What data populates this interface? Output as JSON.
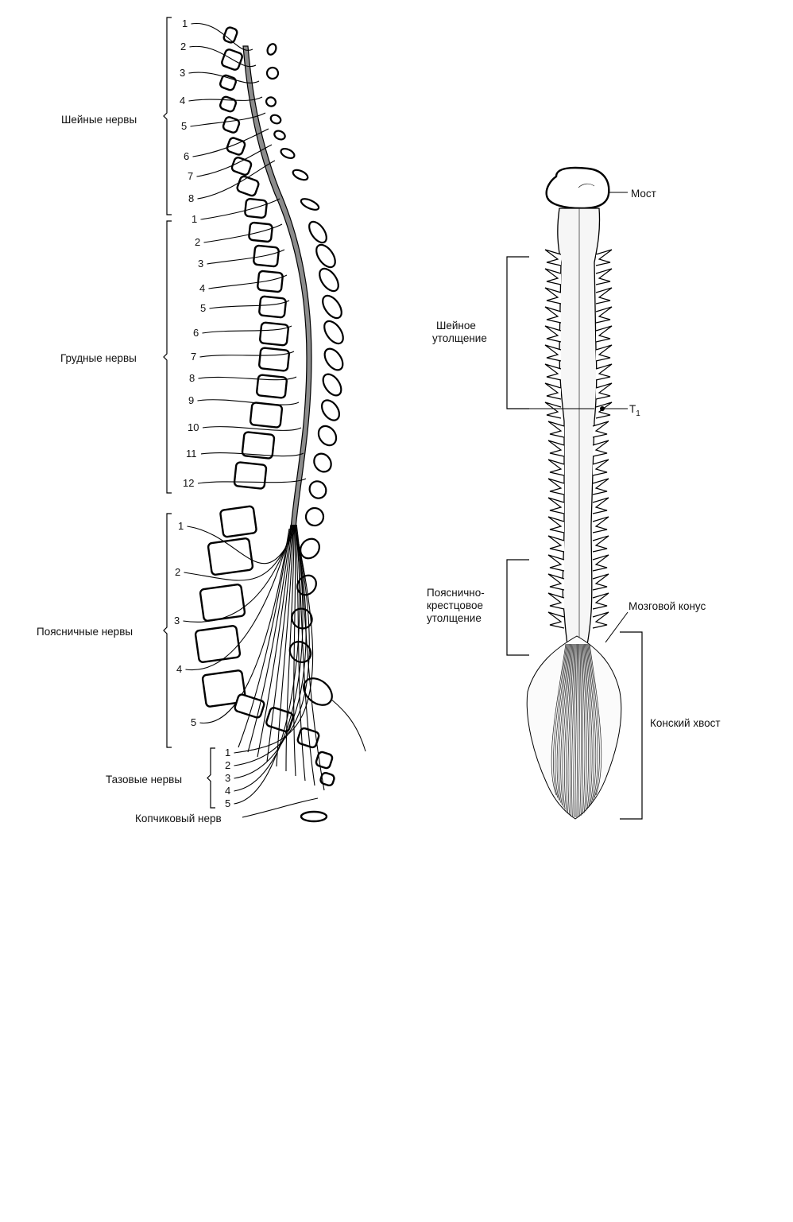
{
  "left_figure": {
    "groups": [
      {
        "name": "Шейные нервы",
        "numbers": [
          "1",
          "2",
          "3",
          "4",
          "5",
          "6",
          "7",
          "8"
        ]
      },
      {
        "name": "Грудные нервы",
        "numbers": [
          "1",
          "2",
          "3",
          "4",
          "5",
          "6",
          "7",
          "8",
          "9",
          "10",
          "11",
          "12"
        ]
      },
      {
        "name": "Поясничные нервы",
        "numbers": [
          "1",
          "2",
          "3",
          "4",
          "5"
        ]
      },
      {
        "name": "Тазовые нервы",
        "numbers": [
          "1",
          "2",
          "3",
          "4",
          "5"
        ]
      }
    ],
    "coccygeal": "Копчиковый нерв"
  },
  "right_figure": {
    "labels": {
      "pons": "Мост",
      "cervical_1": "Шейное",
      "cervical_2": "утолщение",
      "t1_letter": "T",
      "t1_sub": "1",
      "lumbo_1": "Пояснично-",
      "lumbo_2": "крестцовое",
      "lumbo_3": "утолщение",
      "conus": "Мозговой конус",
      "cauda": "Конский хвост"
    }
  }
}
